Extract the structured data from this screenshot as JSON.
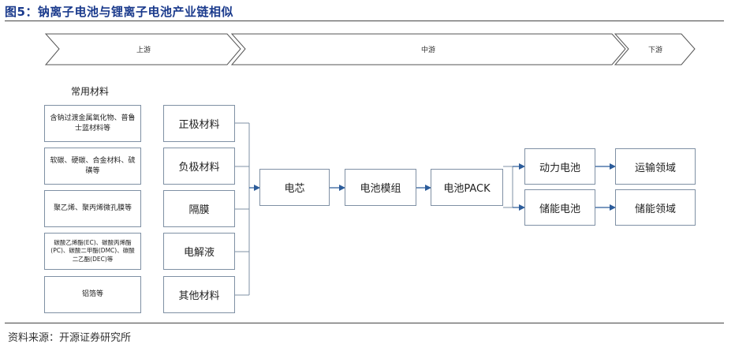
{
  "figure": {
    "title": "图5：钠离子电池与锂离子电池产业链相似",
    "source": "资料来源：开源证券研究所"
  },
  "stages": [
    "上游",
    "中游",
    "下游"
  ],
  "common_materials_label": "常用材料",
  "materials": [
    {
      "material": "含钠过渡金属氧化物、普鲁士蓝材料等",
      "category": "正极材料"
    },
    {
      "material": "软碳、硬碳、合金材料、硫磺等",
      "category": "负极材料"
    },
    {
      "material": "聚乙烯、聚丙烯微孔膜等",
      "category": "隔膜"
    },
    {
      "material": "碳酸乙烯酯(EC)、碳酸丙烯酯(PC)、碳酸二甲酯(DMC)、碳酸二乙酯(DEC)等",
      "category": "电解液"
    },
    {
      "material": "铝箔等",
      "category": "其他材料"
    }
  ],
  "process": [
    "电芯",
    "电池模组",
    "电池PACK"
  ],
  "batteries": [
    "动力电池",
    "储能电池"
  ],
  "applications": [
    "运输领域",
    "储能领域"
  ],
  "colors": {
    "title": "#1a3a8c",
    "box_border": "#7f90a4",
    "connector": "#7f90a4",
    "arrow": "#2c5c9a"
  }
}
